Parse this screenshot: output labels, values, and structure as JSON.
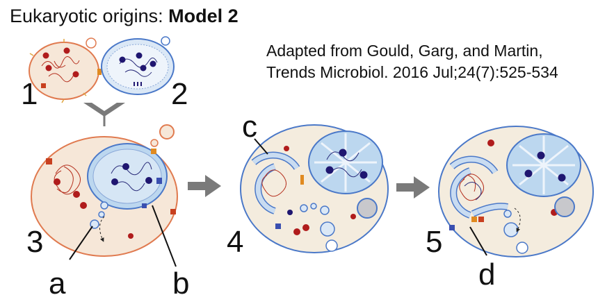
{
  "header": {
    "title_prefix": "Eukaryotic origins: ",
    "title_bold": "Model 2",
    "citation_line1": "Adapted from Gould, Garg, and Martin,",
    "citation_line2": "Trends Microbiol. 2016 Jul;24(7):525-534"
  },
  "steps": [
    "1",
    "2",
    "3",
    "4",
    "5"
  ],
  "callouts": [
    "a",
    "b",
    "c",
    "d"
  ],
  "colors": {
    "bacterial_membrane": "#e07a4f",
    "bacterial_fill": "#f6e7d8",
    "host_membrane": "#4a78c8",
    "host_fill": "#f4ecde",
    "nucleus_fill": "#bcd7ef",
    "dna_red": "#b5301e",
    "dna_navy": "#2a2c7a",
    "ribosome_red": "#b01c1c",
    "ribosome_navy": "#1f1670",
    "arrow_gray": "#7a7a7a"
  }
}
